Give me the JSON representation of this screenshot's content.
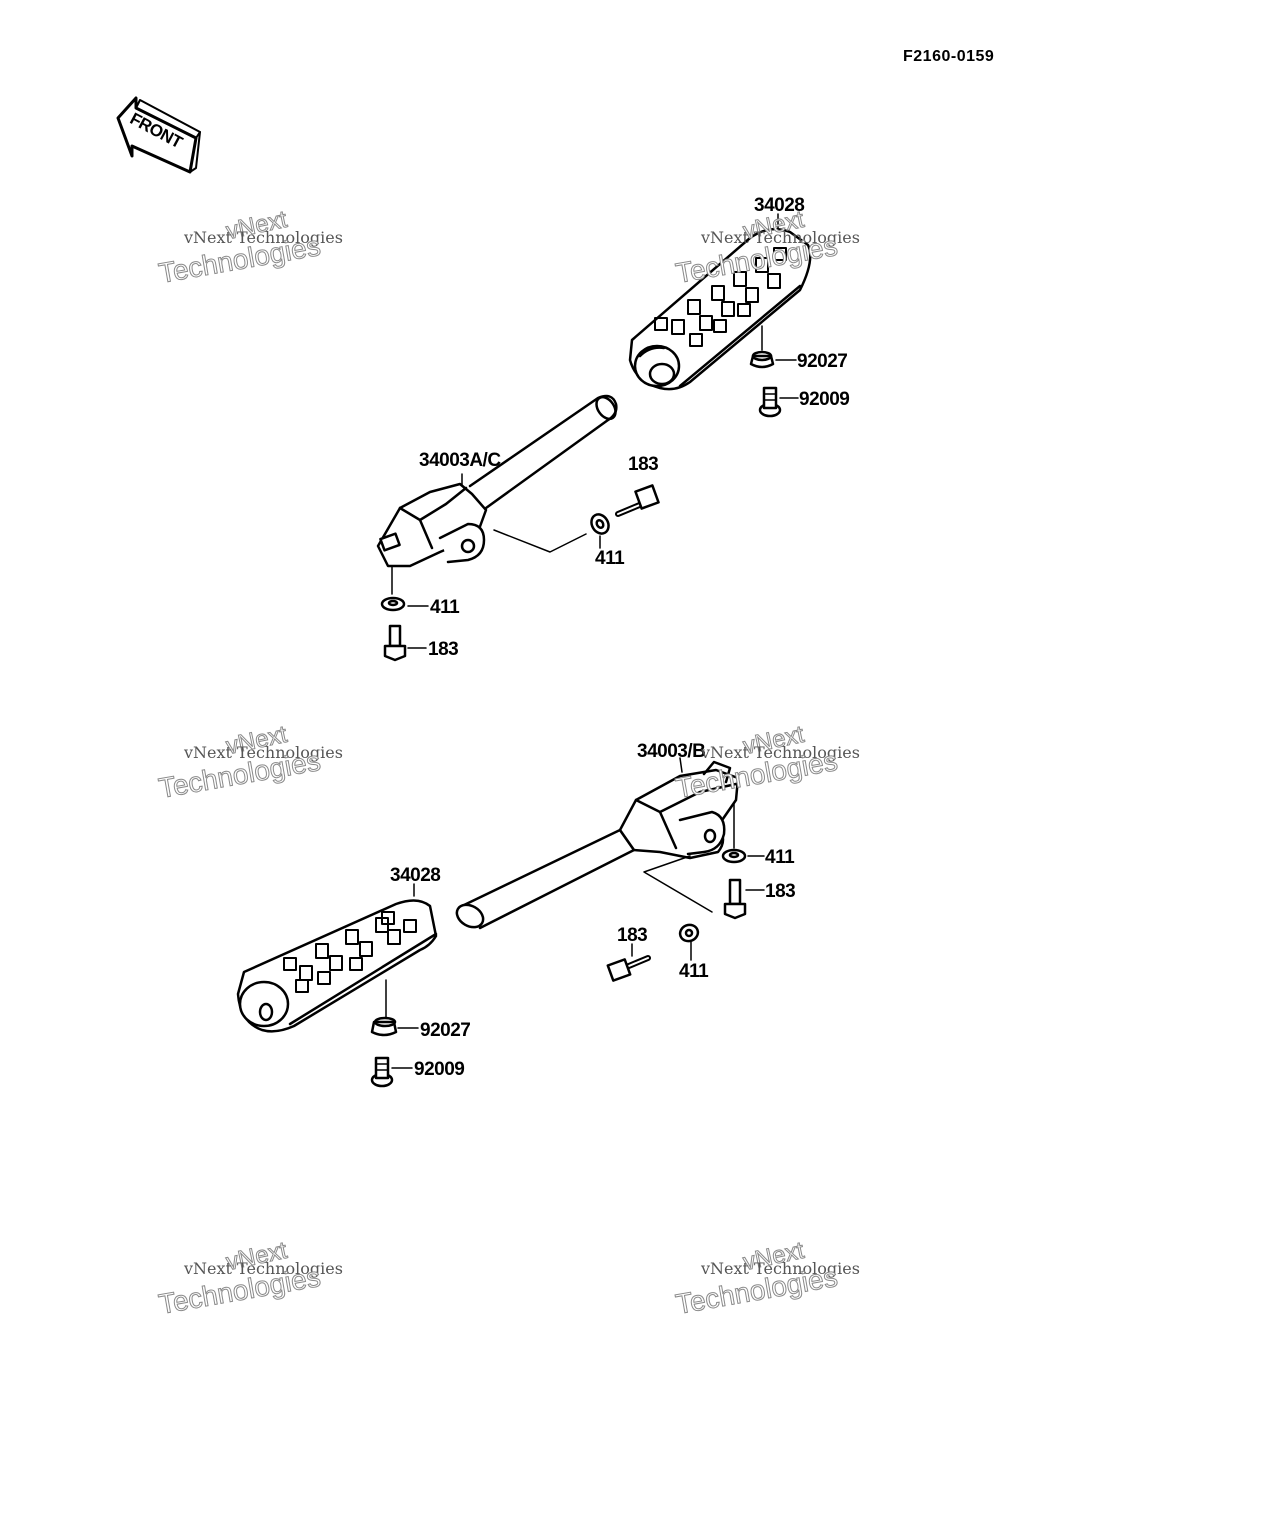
{
  "figure_id": "F2160-0159",
  "front_label": "FRONT",
  "watermarks": [
    {
      "line1": "vNext",
      "line2": "vNext Technologies",
      "line3": "Technologies"
    },
    {
      "line1": "vNext",
      "line2": "vNext Technologies",
      "line3": "Technologies"
    },
    {
      "line1": "vNext",
      "line2": "vNext Technologies",
      "line3": "Technologies"
    },
    {
      "line1": "vNext",
      "line2": "vNext Technologies",
      "line3": "Technologies"
    },
    {
      "line1": "vNext",
      "line2": "vNext Technologies",
      "line3": "Technologies"
    },
    {
      "line1": "vNext",
      "line2": "vNext Technologies",
      "line3": "Technologies"
    }
  ],
  "upper_assembly": {
    "footpeg_rubber": "34028",
    "rubber_washer": "92027",
    "rubber_screw": "92009",
    "bracket": "34003A/C",
    "rear_bolt": "183",
    "rear_washer": "411",
    "lower_washer": "411",
    "lower_bolt": "183"
  },
  "lower_assembly": {
    "bracket": "34003/B",
    "right_washer": "411",
    "right_bolt": "183",
    "mid_bolt": "183",
    "mid_washer": "411",
    "footpeg_rubber": "34028",
    "rubber_washer": "92027",
    "rubber_screw": "92009"
  }
}
